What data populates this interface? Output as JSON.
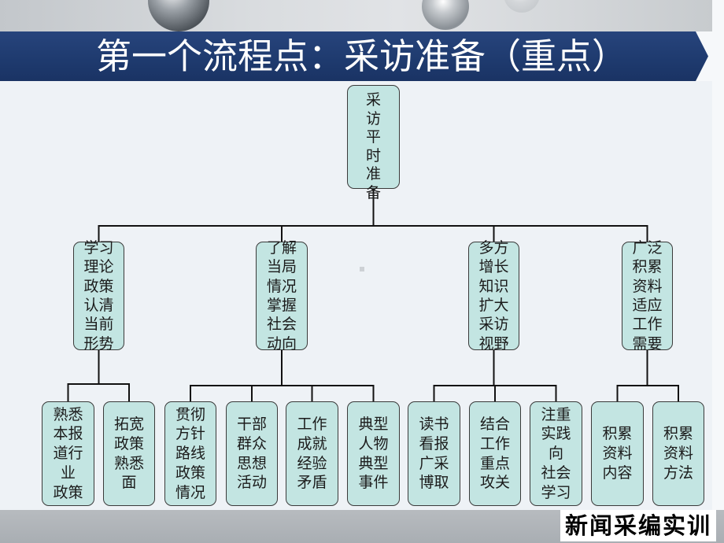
{
  "title": "第一个流程点：采访准备（重点）",
  "diagram": {
    "root": "采\n访\n平\n时\n准\n备",
    "branches": [
      {
        "label": "学习\n理论\n政策\n认清\n当前\n形势",
        "items": [
          "熟悉\n本报\n道行\n业\n政策",
          "拓宽\n政策\n熟悉\n面"
        ]
      },
      {
        "label": "了解\n当局\n情况\n掌握\n社会\n动向",
        "items": [
          "贯彻\n方针\n路线\n政策\n情况",
          "干部\n群众\n思想\n活动",
          "工作\n成就\n经验\n矛盾",
          "典型\n人物\n典型\n事件"
        ]
      },
      {
        "label": "多方\n增长\n知识\n扩大\n采访\n视野",
        "items": [
          "读书\n看报\n广采\n博取",
          "结合\n工作\n重点\n攻关",
          "注重\n实践\n向\n社会\n学习"
        ]
      },
      {
        "label": "广泛\n积累\n资料\n适应\n工作\n需要",
        "items": [
          "积累\n资料\n内容",
          "积累\n资料\n方法"
        ]
      }
    ]
  },
  "footer": {
    "label": "新闻采编实训"
  },
  "colors": {
    "title_band": "#1e3a6e",
    "title_text": "#ffffff",
    "node_fill": "#c3e5e2",
    "node_border": "#3a3a3a",
    "connector": "#111111",
    "footer_bar": "#acb1b6"
  }
}
